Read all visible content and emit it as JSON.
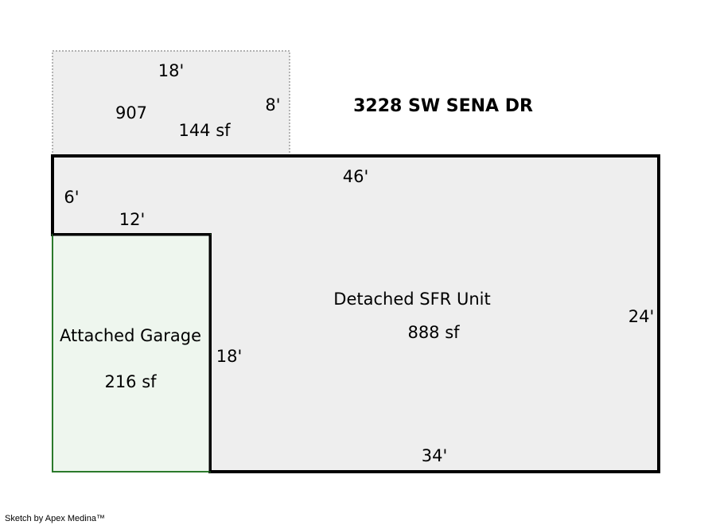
{
  "address": "3228 SW SENA DR",
  "colors": {
    "room_fill": "#eeeeee",
    "garage_fill": "#eef6ee",
    "garage_outline": "#2b7a2b",
    "main_outline": "#000000",
    "addition_outline": "#888888"
  },
  "addition": {
    "label": "907",
    "area": "144 sf",
    "width_dim": "18'",
    "height_dim": "8'"
  },
  "living": {
    "label": "Detached SFR Unit",
    "area": "888 sf",
    "top_dim": "46'",
    "right_dim": "24'",
    "bottom_dim": "34'",
    "left_dim": "6'"
  },
  "garage": {
    "label": "Attached Garage",
    "area": "216 sf",
    "top_dim": "12'",
    "side_dim": "18'"
  },
  "credit": "Sketch by Apex Medina™"
}
